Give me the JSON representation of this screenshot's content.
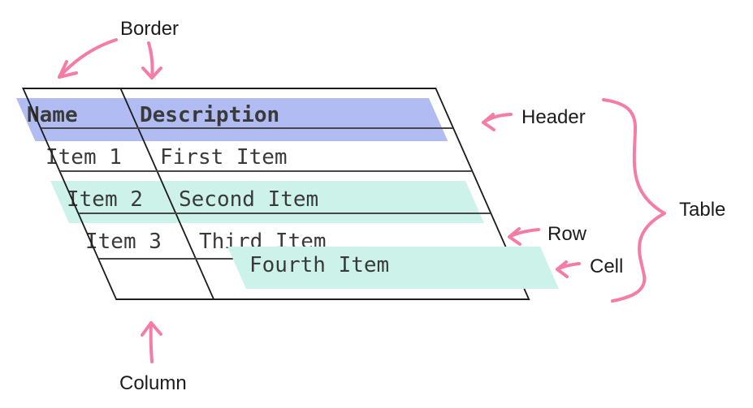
{
  "labels": {
    "border": "Border",
    "header": "Header",
    "row": "Row",
    "cell": "Cell",
    "table": "Table",
    "column": "Column"
  },
  "table": {
    "headers": [
      "Name",
      "Description"
    ],
    "rows": [
      {
        "name": "Item 1",
        "description": "First Item"
      },
      {
        "name": "Item 2",
        "description": "Second Item"
      },
      {
        "name": "Item 3",
        "description": "Third Item"
      },
      {
        "name": "",
        "description": "Fourth Item"
      }
    ]
  },
  "theme": {
    "background": "#ffffff",
    "arrow_pink": "#f57ca6",
    "header_highlight": "#b0bcf2",
    "row_highlight": "#cdf2e9",
    "cell_highlight": "#cdf2e9",
    "table_border": "#1d1d1d",
    "grid_line": "#474747",
    "cell_text": "#3a3a3a",
    "label_text": "#1c1c1c"
  }
}
